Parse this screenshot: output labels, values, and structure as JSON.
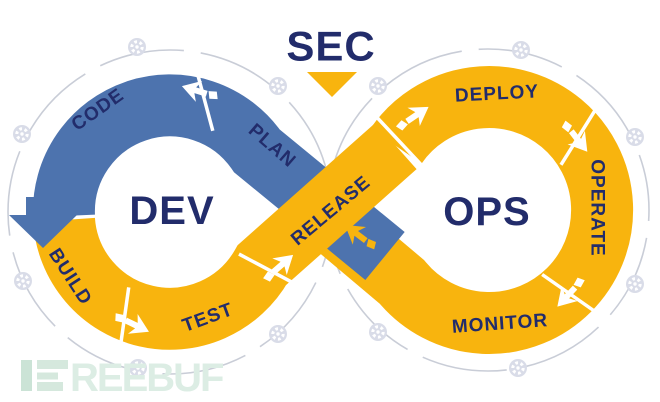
{
  "header": {
    "sec_label": "SEC"
  },
  "dev_loop": {
    "center_label": "DEV",
    "segments": [
      "CODE",
      "PLAN",
      "BUILD",
      "TEST"
    ]
  },
  "shared": {
    "release_label": "RELEASE"
  },
  "ops_loop": {
    "center_label": "OPS",
    "segments": [
      "DEPLOY",
      "OPERATE",
      "MONITOR"
    ]
  },
  "colors": {
    "dev_blue": "#4d73ae",
    "ops_yellow": "#f8b40e",
    "text_navy": "#222c6b",
    "guide_gray": "#c9cdd7",
    "node_fill": "#d9dce8"
  },
  "watermark": {
    "text": "REEBUF"
  }
}
